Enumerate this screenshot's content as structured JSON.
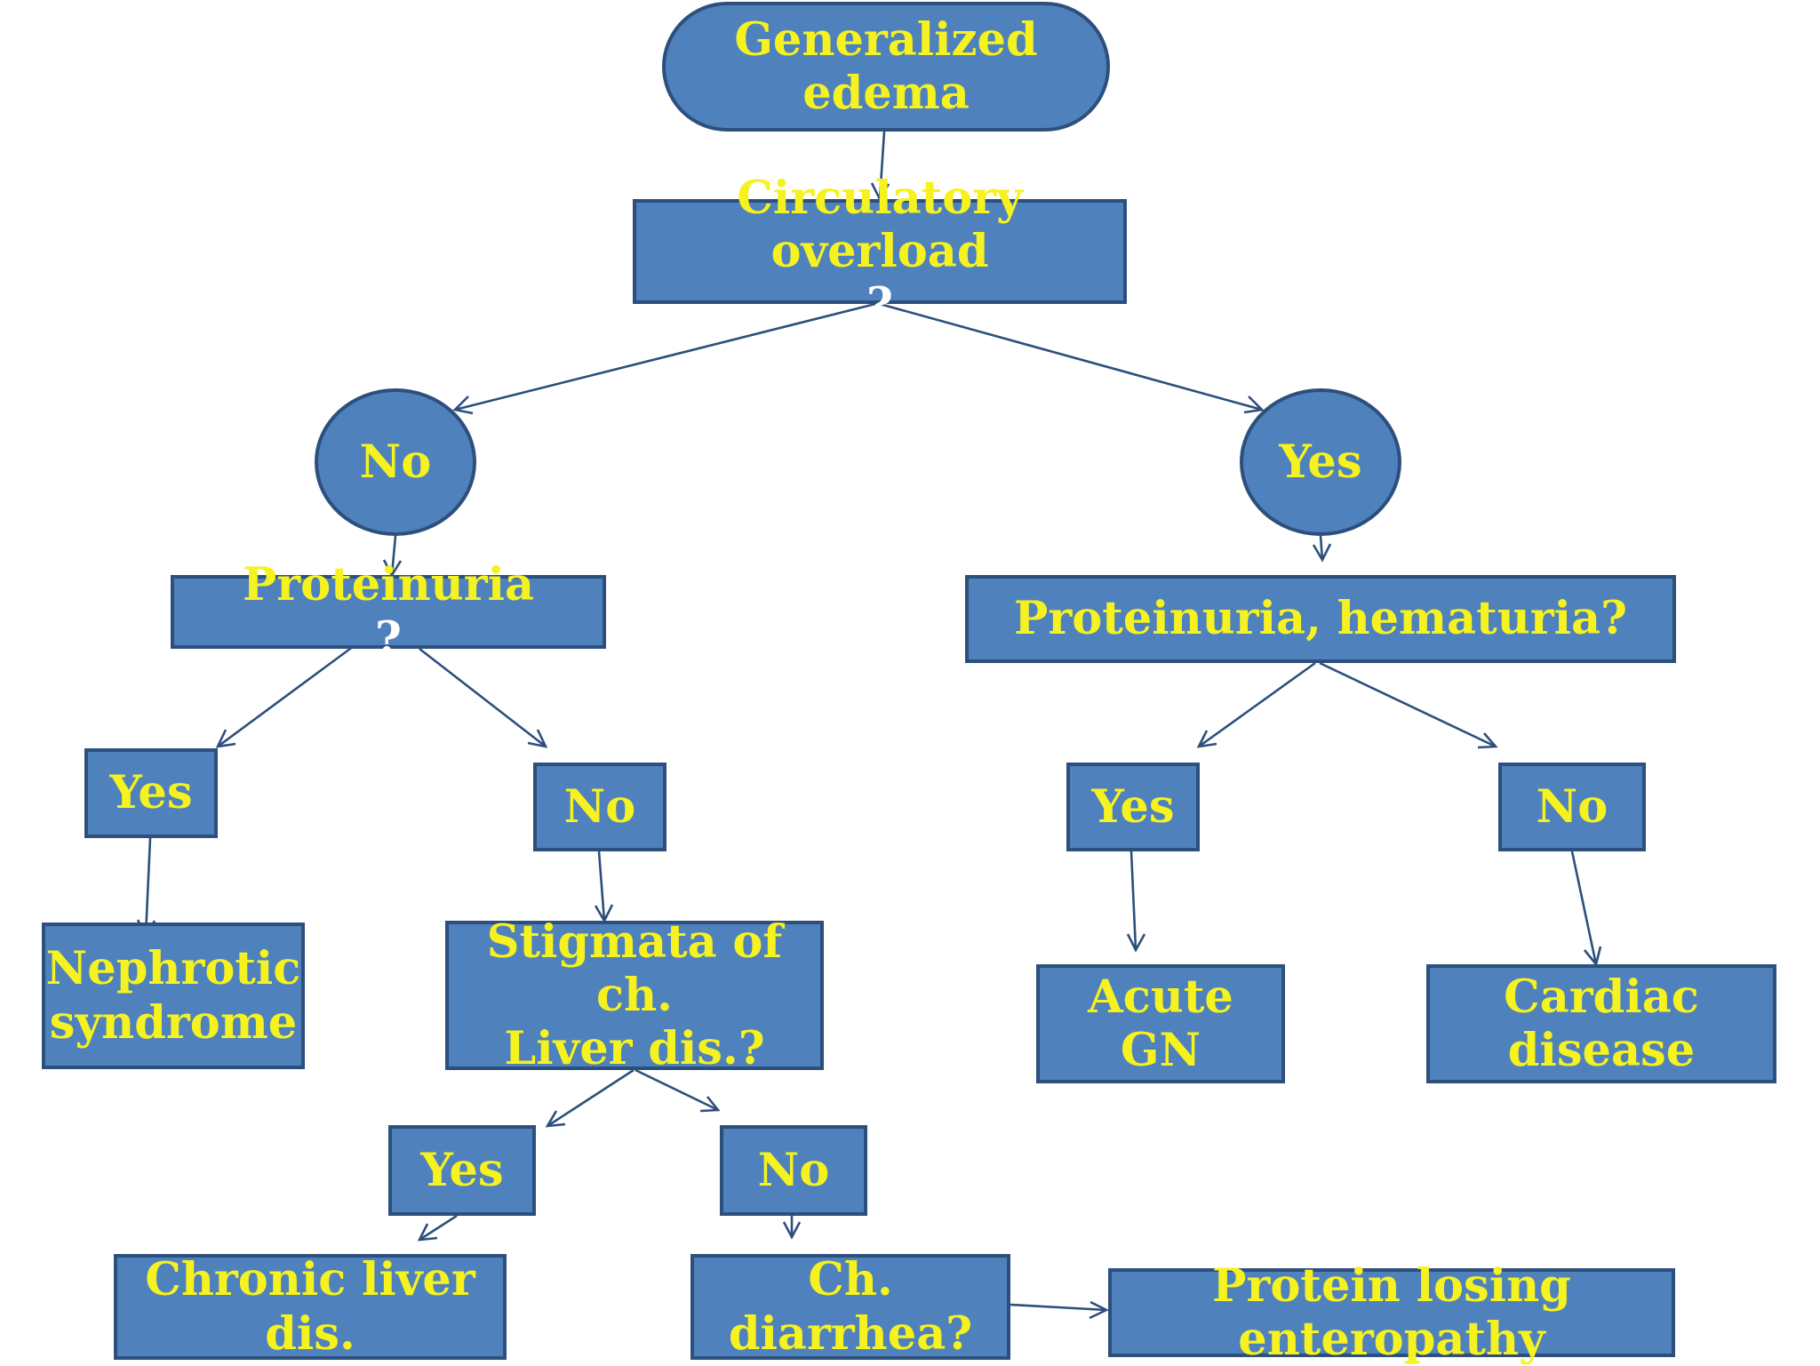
{
  "nodes": {
    "generalized_edema": {
      "line1": "Generalized",
      "line2": "edema"
    },
    "circulatory": {
      "line1": "Circulatory",
      "line2a": "overload",
      "line2b": "?"
    },
    "no_circ": {
      "label": "No"
    },
    "yes_circ": {
      "label": "Yes"
    },
    "proteinuria": {
      "text": "Proteinuria",
      "mark": "?"
    },
    "prot_hematuria": {
      "text": "Proteinuria, hematuria?"
    },
    "yes_prot": {
      "label": "Yes"
    },
    "no_prot": {
      "label": "No"
    },
    "yes_ph": {
      "label": "Yes"
    },
    "no_ph": {
      "label": "No"
    },
    "nephrotic": {
      "line1": "Nephrotic",
      "line2": "syndrome"
    },
    "stigmata": {
      "line1": "Stigmata of ch.",
      "line2": "Liver dis.?"
    },
    "acute_gn": {
      "line1": "Acute",
      "line2": "GN"
    },
    "cardiac": {
      "line1": "Cardiac",
      "line2": "disease"
    },
    "yes_stig": {
      "label": "Yes"
    },
    "no_stig": {
      "label": "No"
    },
    "chronic_liver": {
      "line1": "Chronic liver",
      "line2": "dis."
    },
    "ch_diarrhea": {
      "line1": "Ch.",
      "line2": "diarrhea?"
    },
    "protein_losing": {
      "line1": "Protein losing",
      "line2": "enteropathy"
    }
  },
  "colors": {
    "box_fill": "#4f81bd",
    "box_border": "#2d4f7c",
    "text": "#f5f21f",
    "question_mark": "#ffffff"
  }
}
